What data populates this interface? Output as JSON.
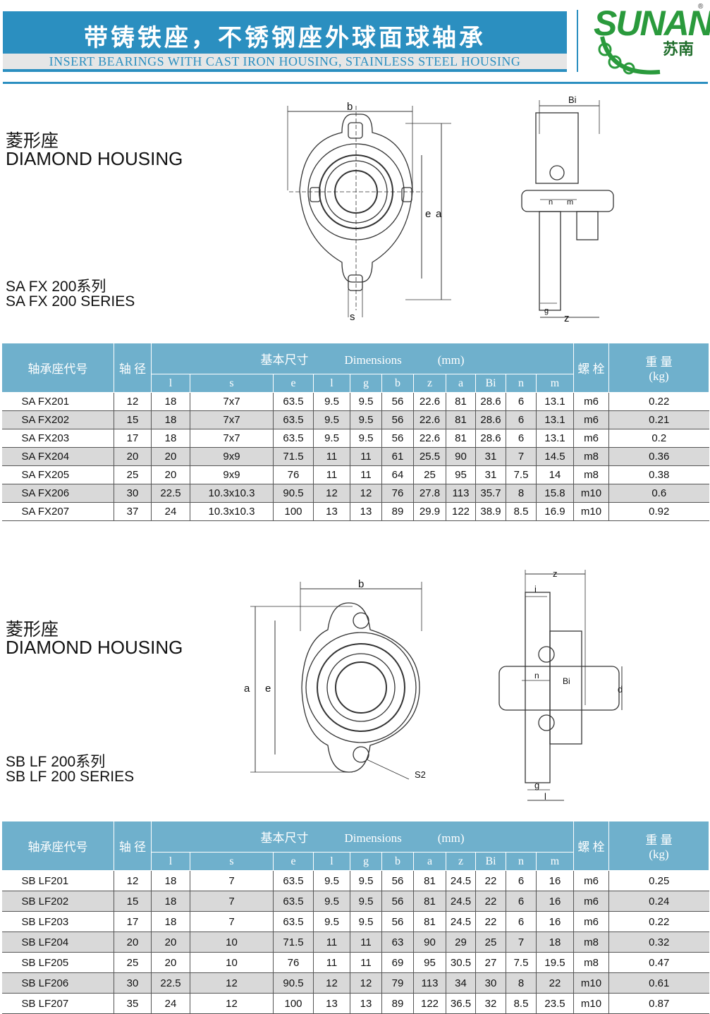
{
  "header": {
    "title_cn": "带铸铁座，不锈钢座外球面球轴承",
    "title_en": "INSERT BEARINGS WITH  CAST IRON HOUSING, STAINLESS STEEL HOUSING",
    "logo_word": "SUNAN",
    "logo_cn": "苏南",
    "logo_reg": "®",
    "colors": {
      "banner": "#2b8fc0",
      "logo": "#2a9a3c",
      "table_header": "#6fb0cc",
      "row_alt": "#d9d9d9"
    }
  },
  "section1": {
    "title_cn": "菱形座",
    "title_en": "DIAMOND HOUSING",
    "series_cn": "SA FX 200系列",
    "series_en": "SA FX 200 SERIES",
    "drawing_labels": {
      "b": "b",
      "e": "e",
      "a": "a",
      "s": "s",
      "Bi": "Bi",
      "n": "n",
      "m": "m",
      "g": "g",
      "z": "z"
    },
    "table": {
      "col_model": "轴承座代号",
      "col_shaft": "轴 径",
      "col_dims_cn": "基本尺寸",
      "col_dims_en": "Dimensions",
      "col_unit": "(mm)",
      "col_bolt": "螺 栓",
      "col_weight_cn": "重 量",
      "col_weight_unit": "(kg)",
      "sub_headers": [
        "l",
        "s",
        "e",
        "l",
        "g",
        "b",
        "z",
        "a",
        "Bi",
        "n",
        "m"
      ],
      "rows": [
        [
          "SA FX201",
          "12",
          "18",
          "7x7",
          "63.5",
          "9.5",
          "9.5",
          "56",
          "22.6",
          "81",
          "28.6",
          "6",
          "13.1",
          "m6",
          "0.22"
        ],
        [
          "SA FX202",
          "15",
          "18",
          "7x7",
          "63.5",
          "9.5",
          "9.5",
          "56",
          "22.6",
          "81",
          "28.6",
          "6",
          "13.1",
          "m6",
          "0.21"
        ],
        [
          "SA FX203",
          "17",
          "18",
          "7x7",
          "63.5",
          "9.5",
          "9.5",
          "56",
          "22.6",
          "81",
          "28.6",
          "6",
          "13.1",
          "m6",
          "0.2"
        ],
        [
          "SA FX204",
          "20",
          "20",
          "9x9",
          "71.5",
          "11",
          "11",
          "61",
          "25.5",
          "90",
          "31",
          "7",
          "14.5",
          "m8",
          "0.36"
        ],
        [
          "SA FX205",
          "25",
          "20",
          "9x9",
          "76",
          "11",
          "11",
          "64",
          "25",
          "95",
          "31",
          "7.5",
          "14",
          "m8",
          "0.38"
        ],
        [
          "SA FX206",
          "30",
          "22.5",
          "10.3x10.3",
          "90.5",
          "12",
          "12",
          "76",
          "27.8",
          "113",
          "35.7",
          "8",
          "15.8",
          "m10",
          "0.6"
        ],
        [
          "SA FX207",
          "37",
          "24",
          "10.3x10.3",
          "100",
          "13",
          "13",
          "89",
          "29.9",
          "122",
          "38.9",
          "8.5",
          "16.9",
          "m10",
          "0.92"
        ]
      ]
    }
  },
  "section2": {
    "title_cn": "菱形座",
    "title_en": "DIAMOND HOUSING",
    "series_cn": "SB LF 200系列",
    "series_en": "SB LF 200 SERIES",
    "drawing_labels": {
      "b": "b",
      "a": "a",
      "e": "e",
      "S2": "S2",
      "z": "z",
      "i": "i",
      "n": "n",
      "Bi": "Bi",
      "d": "d",
      "g": "g",
      "l": "l"
    },
    "table": {
      "col_model": "轴承座代号",
      "col_shaft": "轴 径",
      "col_dims_cn": "基本尺寸",
      "col_dims_en": "Dimensions",
      "col_unit": "(mm)",
      "col_bolt": "螺 栓",
      "col_weight_cn": "重 量",
      "col_weight_unit": "(kg)",
      "sub_headers": [
        "l",
        "s",
        "e",
        "l",
        "g",
        "b",
        "a",
        "z",
        "Bi",
        "n",
        "m"
      ],
      "rows": [
        [
          "SB LF201",
          "12",
          "18",
          "7",
          "63.5",
          "9.5",
          "9.5",
          "56",
          "81",
          "24.5",
          "22",
          "6",
          "16",
          "m6",
          "0.25"
        ],
        [
          "SB LF202",
          "15",
          "18",
          "7",
          "63.5",
          "9.5",
          "9.5",
          "56",
          "81",
          "24.5",
          "22",
          "6",
          "16",
          "m6",
          "0.24"
        ],
        [
          "SB LF203",
          "17",
          "18",
          "7",
          "63.5",
          "9.5",
          "9.5",
          "56",
          "81",
          "24.5",
          "22",
          "6",
          "16",
          "m6",
          "0.22"
        ],
        [
          "SB LF204",
          "20",
          "20",
          "10",
          "71.5",
          "11",
          "11",
          "63",
          "90",
          "29",
          "25",
          "7",
          "18",
          "m8",
          "0.32"
        ],
        [
          "SB LF205",
          "25",
          "20",
          "10",
          "76",
          "11",
          "11",
          "69",
          "95",
          "30.5",
          "27",
          "7.5",
          "19.5",
          "m8",
          "0.47"
        ],
        [
          "SB LF206",
          "30",
          "22.5",
          "12",
          "90.5",
          "12",
          "12",
          "79",
          "113",
          "34",
          "30",
          "8",
          "22",
          "m10",
          "0.61"
        ],
        [
          "SB LF207",
          "35",
          "24",
          "12",
          "100",
          "13",
          "13",
          "89",
          "122",
          "36.5",
          "32",
          "8.5",
          "23.5",
          "m10",
          "0.87"
        ]
      ]
    }
  }
}
